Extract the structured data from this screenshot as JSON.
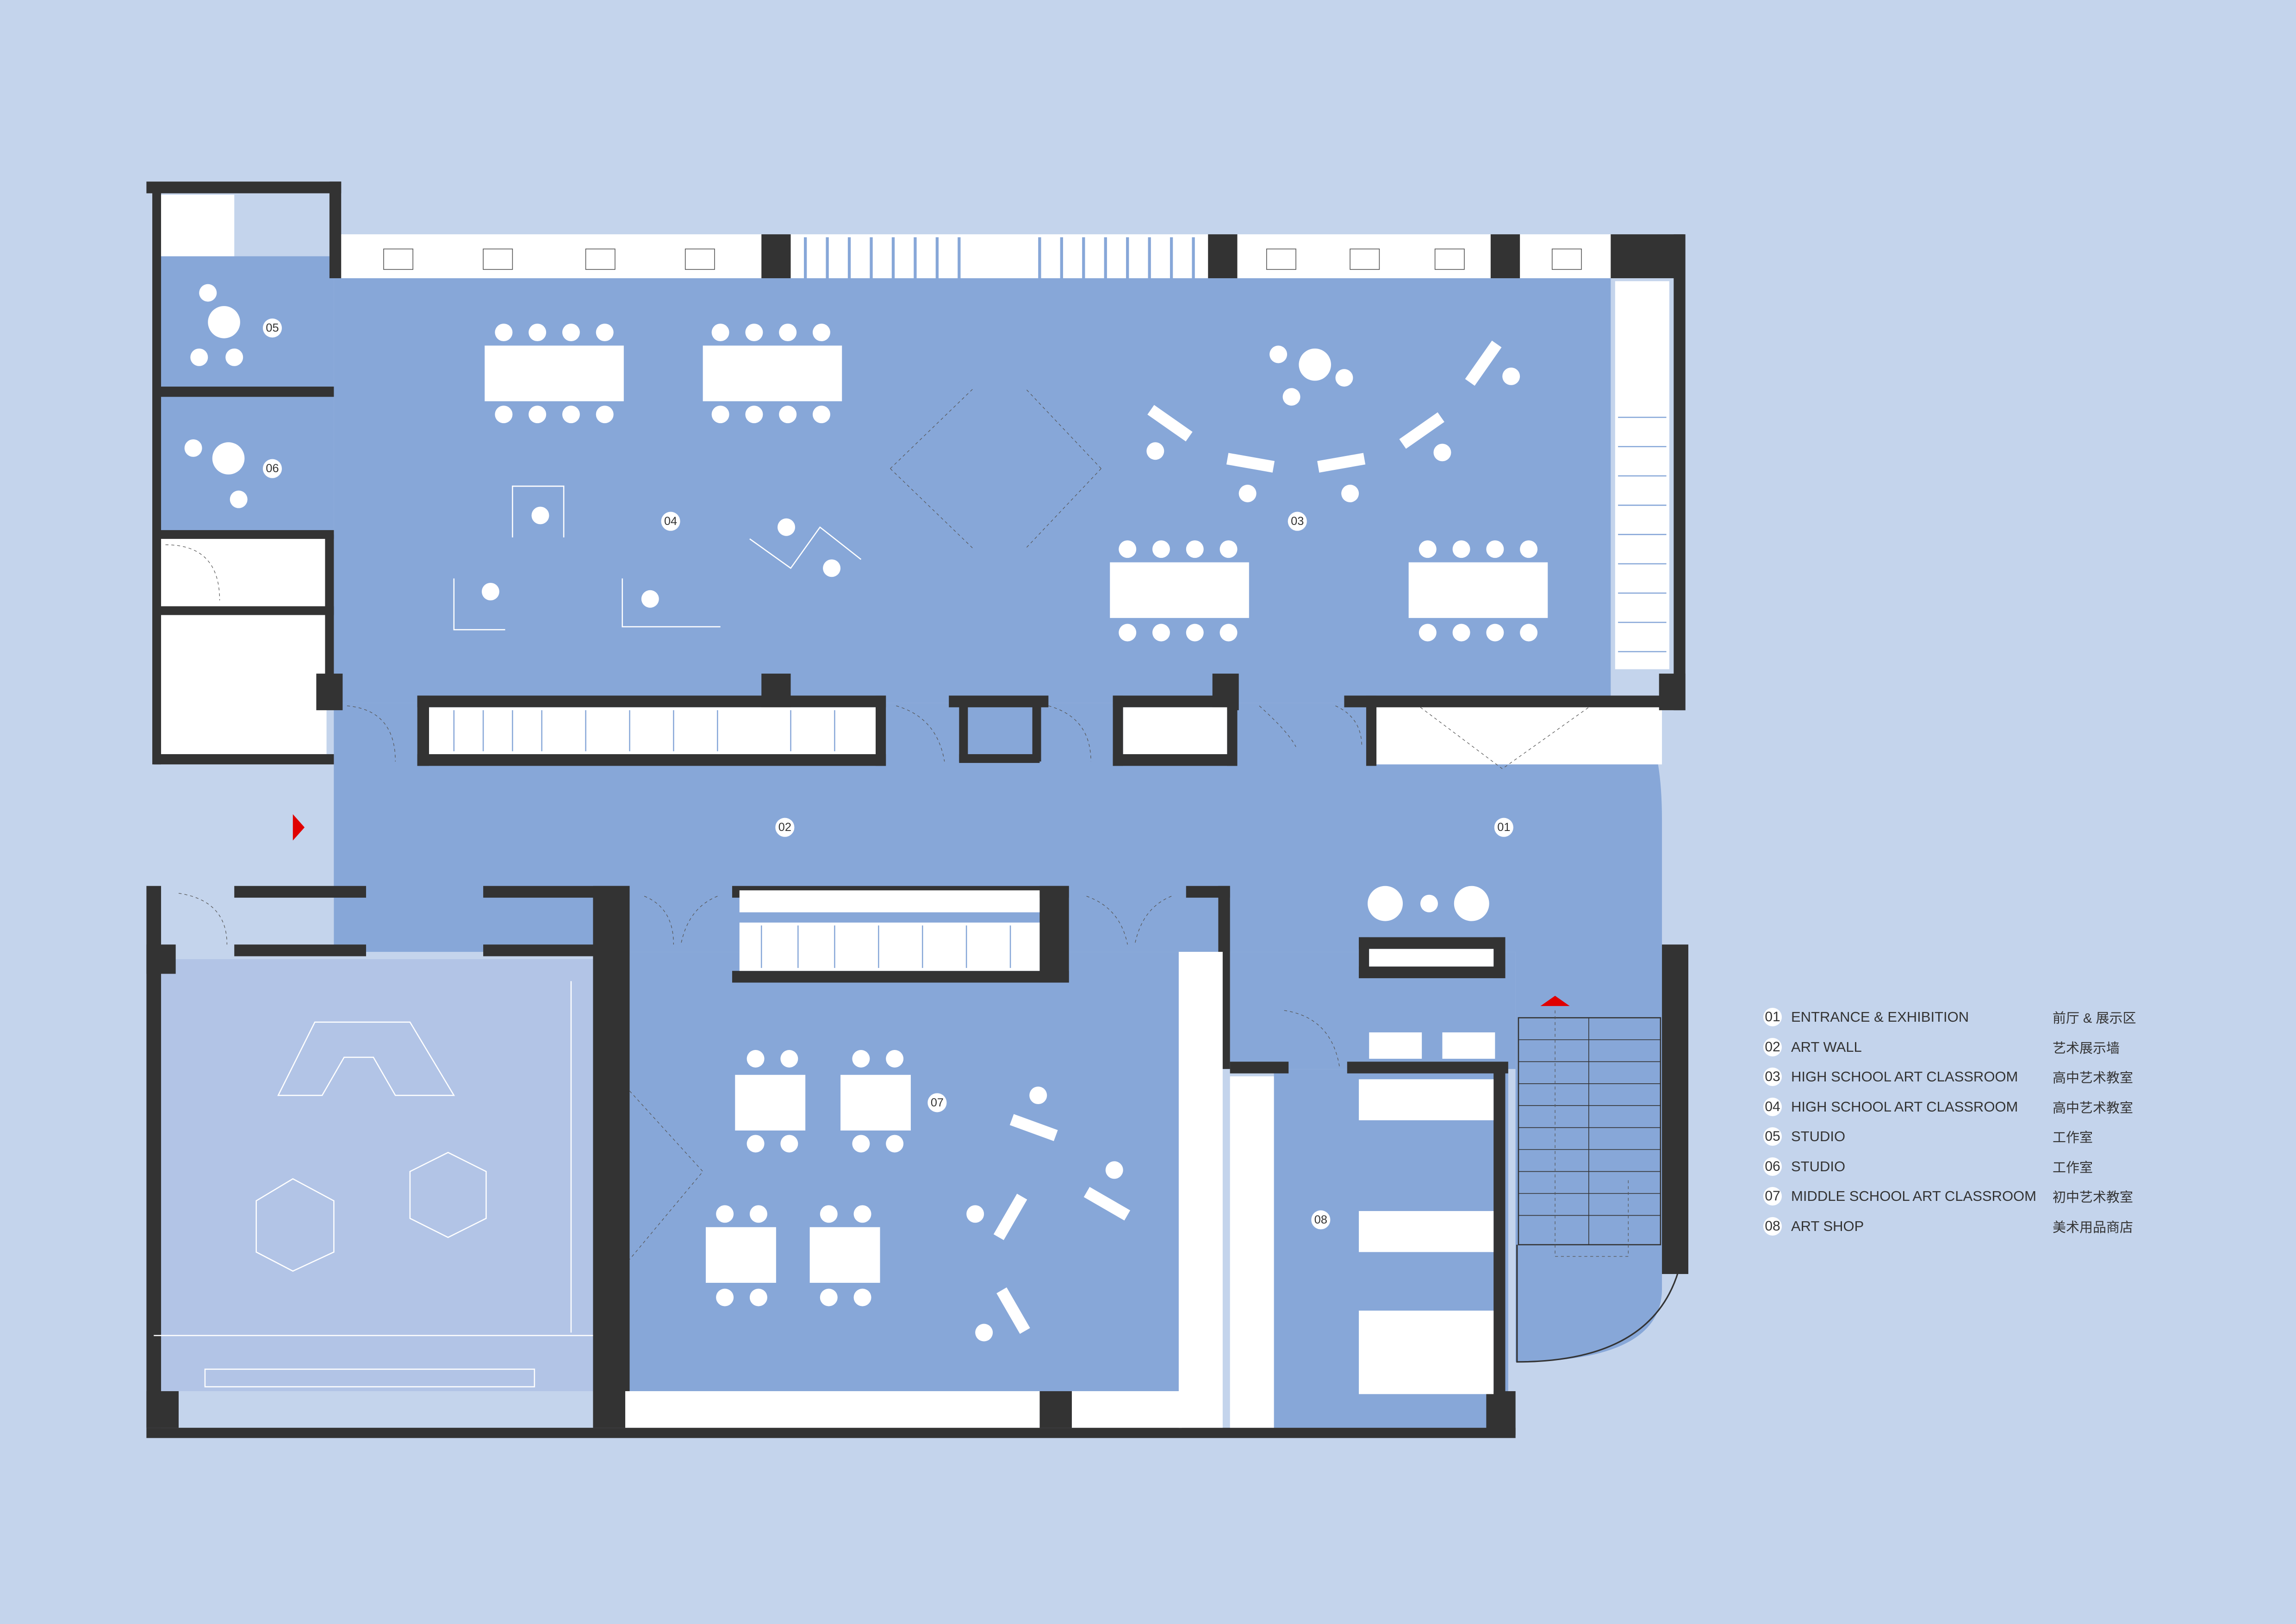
{
  "colors": {
    "background": "#c4d4ec",
    "floor": "#87a7d8",
    "wall": "#333333",
    "entry_arrow": "#e00000"
  },
  "room_labels": [
    "01",
    "02",
    "03",
    "04",
    "05",
    "06",
    "07",
    "08"
  ],
  "legend": [
    {
      "num": "01",
      "en": "ENTRANCE & EXHIBITION",
      "zh": "前厅 & 展示区"
    },
    {
      "num": "02",
      "en": "ART WALL",
      "zh": "艺术展示墙"
    },
    {
      "num": "03",
      "en": "HIGH SCHOOL ART CLASSROOM",
      "zh": "高中艺术教室"
    },
    {
      "num": "04",
      "en": "HIGH SCHOOL ART CLASSROOM",
      "zh": "高中艺术教室"
    },
    {
      "num": "05",
      "en": "STUDIO",
      "zh": "工作室"
    },
    {
      "num": "06",
      "en": "STUDIO",
      "zh": "工作室"
    },
    {
      "num": "07",
      "en": "MIDDLE SCHOOL ART CLASSROOM",
      "zh": "初中艺术教室"
    },
    {
      "num": "08",
      "en": "ART SHOP",
      "zh": "美术用品商店"
    }
  ]
}
